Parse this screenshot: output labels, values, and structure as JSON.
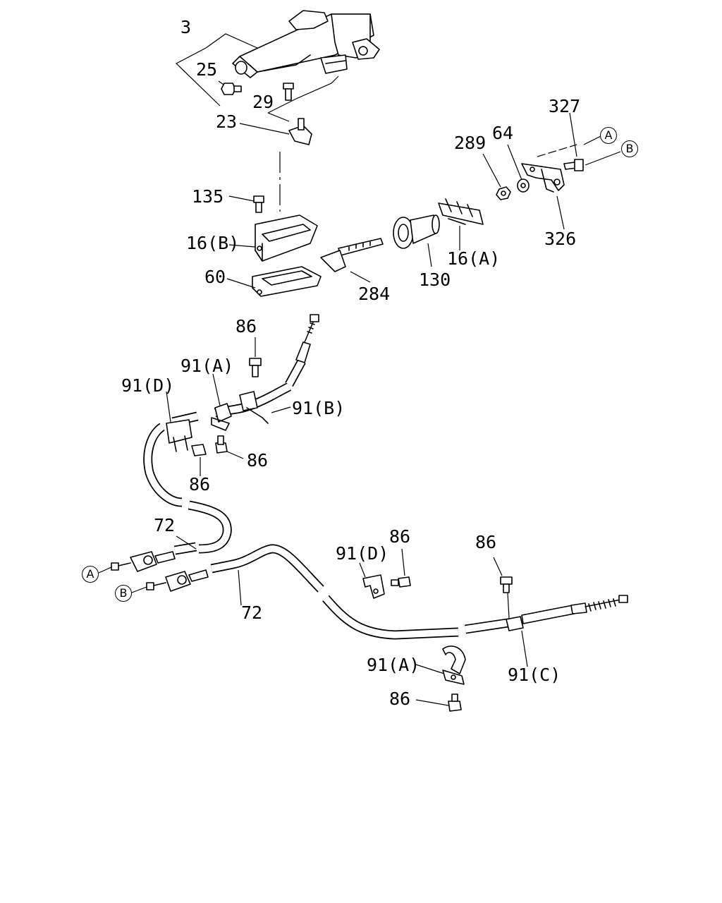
{
  "diagram": {
    "callouts": {
      "c3": "3",
      "c25": "25",
      "c29": "29",
      "c23": "23",
      "c135": "135",
      "c16b": "16(B)",
      "c60": "60",
      "c284": "284",
      "c130": "130",
      "c16a": "16(A)",
      "c289": "289",
      "c64": "64",
      "c327": "327",
      "c326": "326",
      "c86_top": "86",
      "c91a_upper": "91(A)",
      "c91d_upper": "91(D)",
      "c91b": "91(B)",
      "c86_mid_right": "86",
      "c86_mid_left": "86",
      "c72_upper": "72",
      "c72_lower": "72",
      "c91d_lower": "91(D)",
      "c86_lower_clip": "86",
      "c86_right": "86",
      "c91a_lower": "91(A)",
      "c91c": "91(C)",
      "c86_bottom": "86"
    },
    "refs": {
      "a_top": "A",
      "b_top": "B",
      "a_bottom": "A",
      "b_bottom": "B"
    }
  }
}
